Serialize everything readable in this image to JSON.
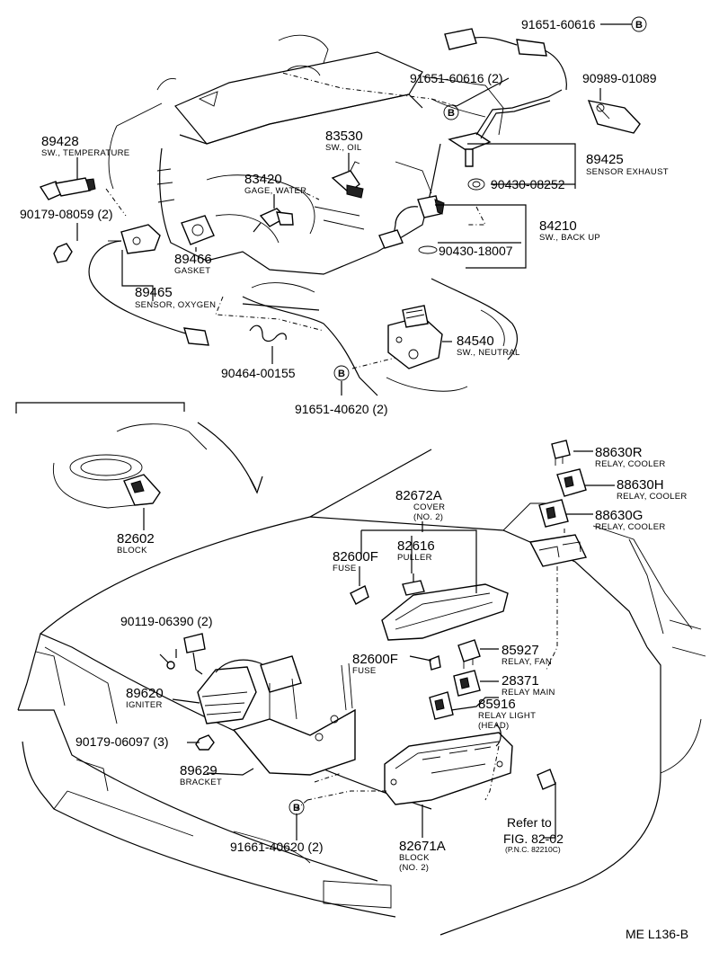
{
  "diagram_code": "ME L136-B",
  "callout_letter": "B",
  "reference": {
    "line1": "Refer to",
    "line2": "FIG. 82-02",
    "line3": "(P.N.C. 82210C)"
  },
  "parts": {
    "p91651_60616_top": {
      "number": "91651-60616"
    },
    "p91651_60616_2": {
      "number": "91651-60616 (2)"
    },
    "p90989_01089": {
      "number": "90989-01089"
    },
    "p89428": {
      "number": "89428",
      "desc": "SW., TEMPERATURE"
    },
    "p83530": {
      "number": "83530",
      "desc": "SW., OIL"
    },
    "p83420": {
      "number": "83420",
      "desc": "GAGE, WATER"
    },
    "p89425": {
      "number": "89425",
      "desc": "SENSOR EXHAUST"
    },
    "p90430_08252": {
      "number": "90430-08252"
    },
    "p90179_08059": {
      "number": "90179-08059 (2)"
    },
    "p84210": {
      "number": "84210",
      "desc": "SW., BACK UP"
    },
    "p90430_18007": {
      "number": "90430-18007"
    },
    "p89466": {
      "number": "89466",
      "desc": "GASKET"
    },
    "p89465": {
      "number": "89465",
      "desc": "SENSOR, OXYGEN"
    },
    "p84540": {
      "number": "84540",
      "desc": "SW., NEUTRAL"
    },
    "p90464_00155": {
      "number": "90464-00155"
    },
    "p91651_40620_top": {
      "number": "91651-40620 (2)"
    },
    "p82602": {
      "number": "82602",
      "desc": "BLOCK"
    },
    "p88630R": {
      "number": "88630R",
      "desc": "RELAY, COOLER"
    },
    "p88630H": {
      "number": "88630H",
      "desc": "RELAY, COOLER"
    },
    "p88630G": {
      "number": "88630G",
      "desc": "RELAY, COOLER"
    },
    "p82672A": {
      "number": "82672A",
      "desc": "COVER",
      "desc2": "(NO. 2)"
    },
    "p82600F_a": {
      "number": "82600F",
      "desc": "FUSE"
    },
    "p82616": {
      "number": "82616",
      "desc": "PULLER"
    },
    "p90119_06390": {
      "number": "90119-06390 (2)"
    },
    "p82600F_b": {
      "number": "82600F",
      "desc": "FUSE"
    },
    "p85927": {
      "number": "85927",
      "desc": "RELAY, FAN"
    },
    "p28371": {
      "number": "28371",
      "desc": "RELAY MAIN"
    },
    "p89620": {
      "number": "89620",
      "desc": "IGNITER"
    },
    "p85916": {
      "number": "85916",
      "desc": "RELAY LIGHT",
      "desc2": "(HEAD)"
    },
    "p90179_06097": {
      "number": "90179-06097 (3)"
    },
    "p89629": {
      "number": "89629",
      "desc": "BRACKET"
    },
    "p91661_40620": {
      "number": "91661-40620 (2)"
    },
    "p82671A": {
      "number": "82671A",
      "desc": "BLOCK",
      "desc2": "(NO. 2)"
    }
  }
}
